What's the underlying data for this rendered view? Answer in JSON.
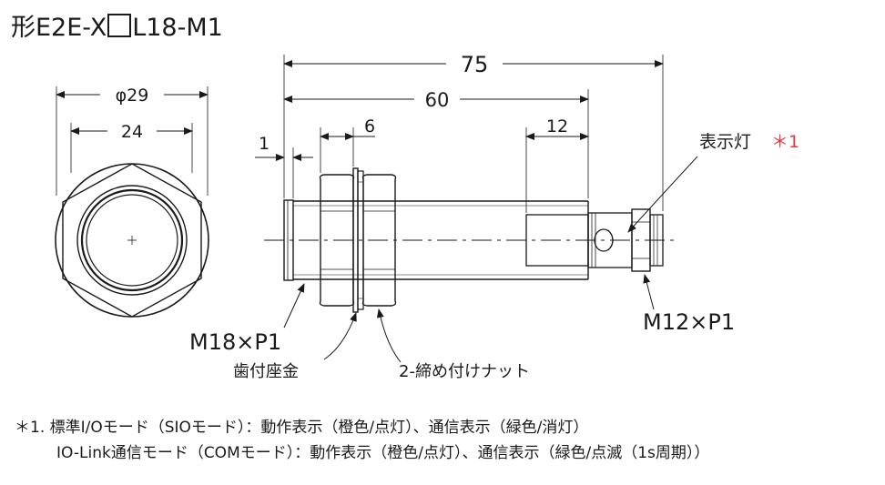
{
  "title": {
    "prefix": "形E2E-X",
    "suffix": "L18-M1"
  },
  "dimensions": {
    "phi29": "φ29",
    "w24": "24",
    "len75": "75",
    "len60": "60",
    "len12": "12",
    "len6": "6",
    "len1": "1"
  },
  "labels": {
    "indicator": "表示灯",
    "indicator_mark": "＊1",
    "thread_m18": "M18×P1",
    "thread_m12": "M12×P1",
    "toothed_washer": "歯付座金",
    "nuts": "2-締め付けナット"
  },
  "notes": [
    "＊1. 標準I/Oモード（SIOモード）：動作表示（橙色/点灯）、通信表示（緑色/消灯）",
    "IO-Link通信モード（COMモード）：動作表示（橙色/点灯）、通信表示（緑色/点滅（1s周期））"
  ],
  "colors": {
    "line": "#1a1a1a",
    "accent": "#e8383d"
  }
}
